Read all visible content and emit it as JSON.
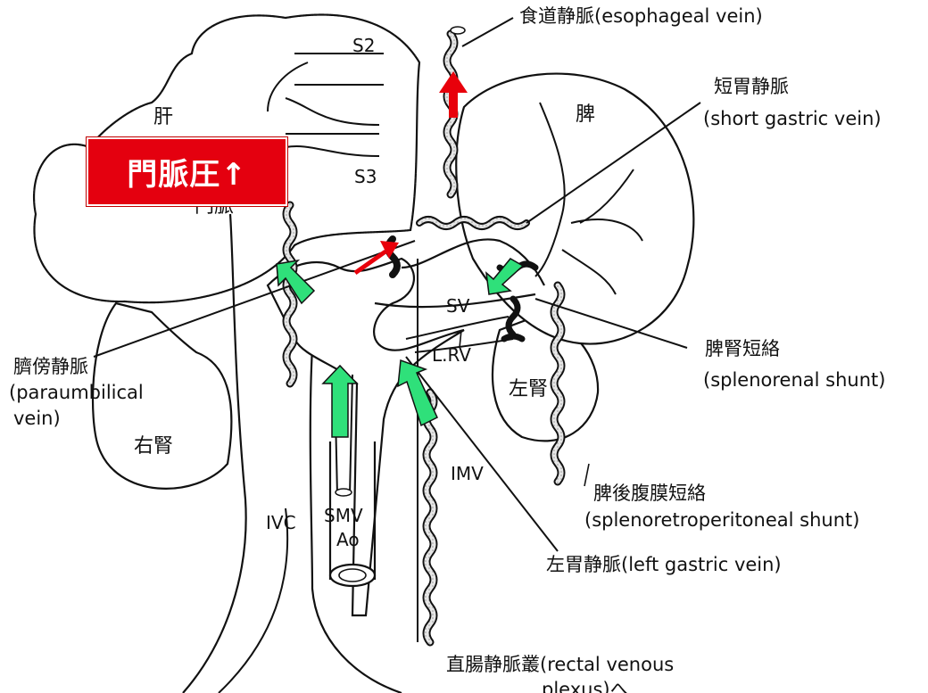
{
  "diagram": {
    "organs": {
      "liver": "肝",
      "spleen": "脾",
      "right_kidney": "右腎",
      "left_kidney": "左腎",
      "portal_vein": "門脈",
      "segment_s2": "S2",
      "segment_s3": "S3"
    },
    "vessels": {
      "ivc": "IVC",
      "smv": "SMV",
      "aorta": "Ao",
      "sv": "SV",
      "lrv": "L.RV",
      "imv": "IMV"
    },
    "annotations": {
      "esophageal_vein": "食道静脈(esophageal vein)",
      "short_gastric_jp": "短胃静脈",
      "short_gastric_en": "(short gastric vein)",
      "paraumbilical_jp": "臍傍静脈",
      "paraumbilical_en1": "(paraumbilical",
      "paraumbilical_en2": "vein)",
      "splenorenal_jp": "脾腎短絡",
      "splenorenal_en": "(splenorenal shunt)",
      "splenoretro_jp": "脾後腹膜短絡",
      "splenoretro_en": "(splenoretroperitoneal shunt)",
      "left_gastric": "左胃静脈(left gastric vein)",
      "rectal_1": "直腸静脈叢(rectal venous",
      "rectal_2": "plexus)へ"
    },
    "callout": "門脈圧↑",
    "colors": {
      "callout_bg": "#e4000f",
      "up_arrow": "#e8000b",
      "flow_arrow": "#2fe07a",
      "outline": "#111111",
      "vessel_fill": "#cfcfcf"
    }
  }
}
